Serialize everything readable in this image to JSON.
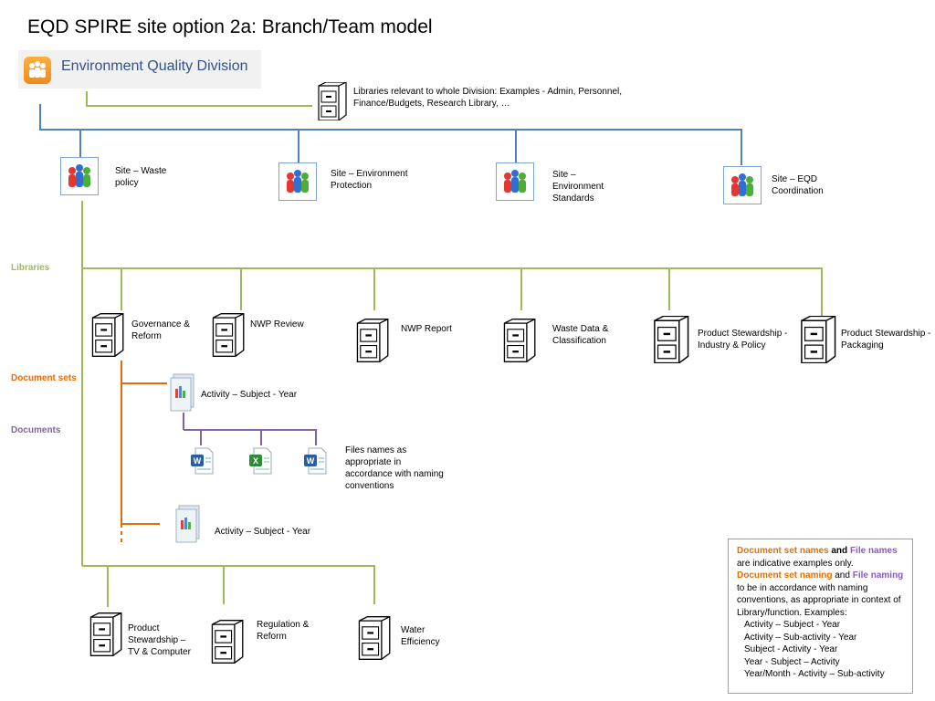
{
  "title": "EQD SPIRE site option 2a: Branch/Team model",
  "logo_text": "Environment Quality Division",
  "division_library_text": "Libraries relevant  to whole Division: Examples  -  Admin, Personnel, Finance/Budgets, Research Library, …",
  "sites": [
    {
      "label": "Site – Waste policy"
    },
    {
      "label": "Site – Environment Protection"
    },
    {
      "label": "Site – Environment Standards"
    },
    {
      "label": "Site – EQD Coordination"
    }
  ],
  "side_labels": {
    "libraries": "Libraries",
    "document_sets": "Document sets",
    "documents": "Documents"
  },
  "libraries_row1": [
    {
      "label": "Governance & Reform"
    },
    {
      "label": "NWP Review"
    },
    {
      "label": "NWP Report"
    },
    {
      "label": "Waste Data & Classification"
    },
    {
      "label": "Product Stewardship  -  Industry & Policy"
    },
    {
      "label": "Product Stewardship  -  Packaging"
    }
  ],
  "document_sets": [
    {
      "label": "Activity – Subject - Year"
    },
    {
      "label": "Activity – Subject - Year"
    }
  ],
  "files_note": "Files names as appropriate in accordance with naming conventions",
  "libraries_row2": [
    {
      "label": "Product Stewardship – TV & Computer"
    },
    {
      "label": "Regulation & Reform"
    },
    {
      "label": "Water Efficiency"
    }
  ],
  "note": {
    "docset_names": "Document set names",
    "and1": " and ",
    "file_names": "File names",
    "line1_rest": " are indicative examples only.",
    "docset_naming": "Document set naming",
    "and2": " and ",
    "file_naming": "File naming",
    "line2_rest": " to be in accordance with naming conventions, as appropriate in context of Library/function.  Examples:",
    "examples": [
      "Activity – Subject - Year",
      "Activity –  Sub-activity - Year",
      "Subject - Activity - Year",
      "Year  - Subject – Activity",
      "Year/Month -  Activity – Sub-activity"
    ]
  },
  "colors": {
    "blue_line": "#4f81bd",
    "green_line": "#9bbb59",
    "orange_line": "#e46c0a",
    "purple_line": "#8064a2",
    "libraries_label": "#9bbb59",
    "docsets_label": "#e46c0a",
    "documents_label": "#8064a2"
  },
  "icons": {
    "logo": "people-icon",
    "site": "team-site-icon",
    "library": "filing-cabinet-icon",
    "document_set": "document-set-icon",
    "word": "word-document-icon",
    "excel": "excel-document-icon"
  }
}
